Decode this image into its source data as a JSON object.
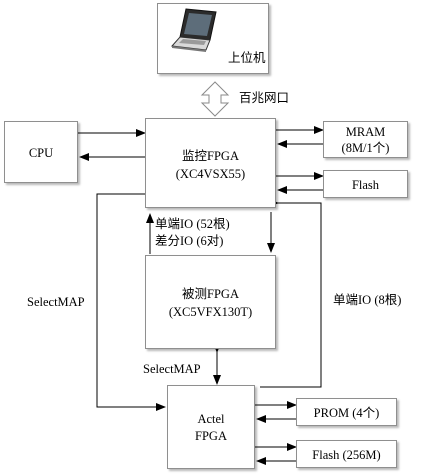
{
  "host": {
    "label": "上位机",
    "icon": "laptop-icon"
  },
  "network_label": "百兆网口",
  "cpu": {
    "label": "CPU"
  },
  "monitor_fpga": {
    "line1": "监控FPGA",
    "line2": "(XC4VSX55)"
  },
  "mram": {
    "line1": "MRAM",
    "line2": "(8M/1个)"
  },
  "flash_top": {
    "label": "Flash"
  },
  "single_io_52": "单端IO (52根)",
  "diff_io_6": "差分IO (6对)",
  "dut_fpga": {
    "line1": "被测FPGA",
    "line2": "(XC5VFX130T)"
  },
  "selectmap_left": "SelectMAP",
  "selectmap_mid": "SelectMAP",
  "single_io_8": "单端IO (8根)",
  "actel_fpga": {
    "line1": "Actel",
    "line2": "FPGA"
  },
  "prom": {
    "label": "PROM (4个)"
  },
  "flash_bottom": {
    "label": "Flash (256M)"
  },
  "colors": {
    "line": "#000000",
    "border": "#8f8f8f"
  }
}
